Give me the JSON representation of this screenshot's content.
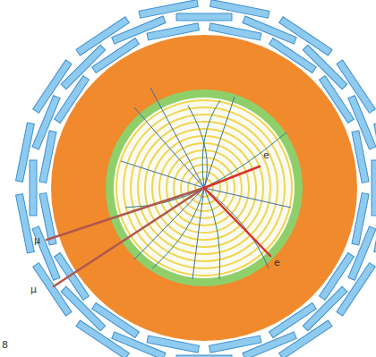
{
  "diagram": {
    "labels": [
      "e",
      "μ",
      "e",
      "μ",
      "8"
    ]
  }
}
